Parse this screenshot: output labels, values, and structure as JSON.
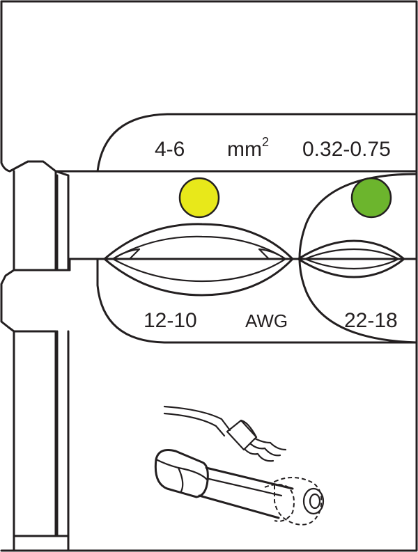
{
  "labels": {
    "mm_range_large": "4-6",
    "mm_unit": "mm",
    "mm_exponent": "2",
    "mm_range_small": "0.32-0.75",
    "awg_range_large": "12-10",
    "awg_unit": "AWG",
    "awg_range_small": "22-18"
  },
  "colors": {
    "line": "#231f20",
    "marker_large": "#e8e81a",
    "marker_small": "#6cb52d"
  },
  "icons": {
    "large_marker": "yellow-dot",
    "small_marker": "green-dot",
    "ferrule": "ferrule-with-wire-icon"
  }
}
